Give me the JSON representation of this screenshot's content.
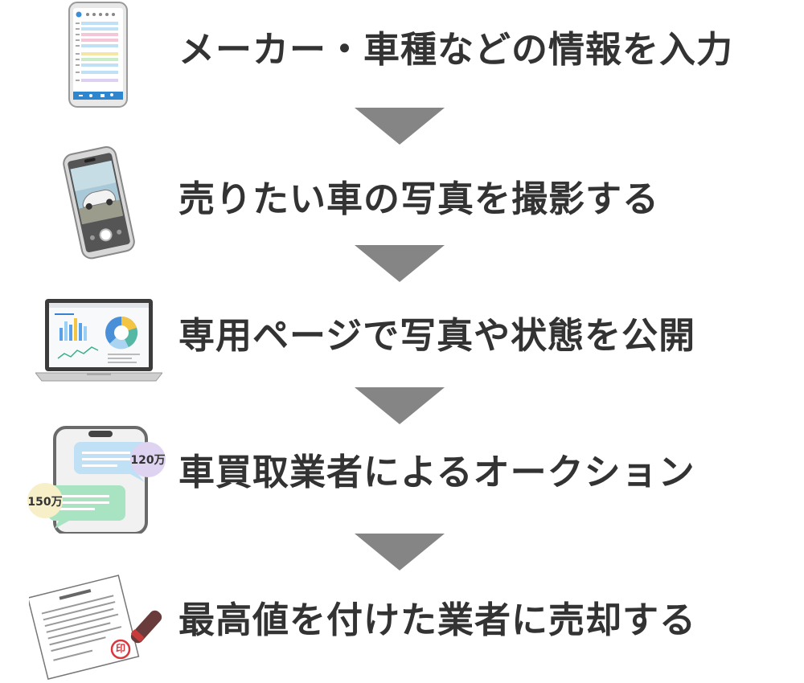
{
  "steps": [
    {
      "label": "メーカー・車種などの情報を入力",
      "icon": "smartphone-form-icon"
    },
    {
      "label": "売りたい車の写真を撮影する",
      "icon": "smartphone-camera-icon"
    },
    {
      "label": "専用ページで写真や状態を公開",
      "icon": "laptop-dashboard-icon"
    },
    {
      "label": "車買取業者によるオークション",
      "icon": "chat-bid-icon"
    },
    {
      "label": "最高値を付けた業者に売却する",
      "icon": "contract-stamp-icon"
    }
  ],
  "bids": {
    "high": "120万",
    "low": "150万"
  },
  "stamp_text": "印",
  "colors": {
    "text": "#333333",
    "arrow": "#858585"
  }
}
